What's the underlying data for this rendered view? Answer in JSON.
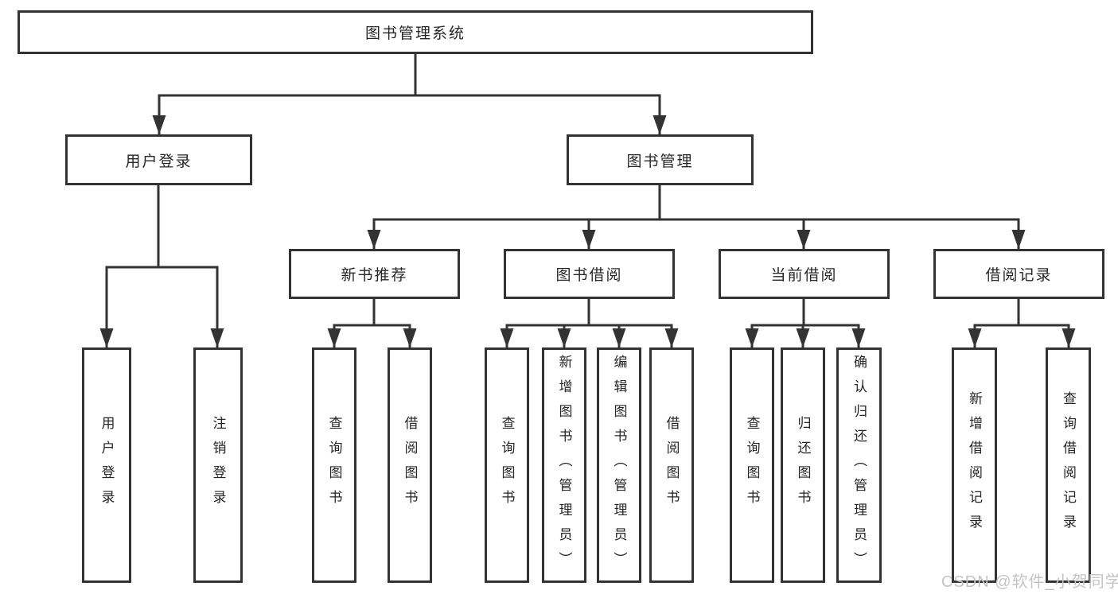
{
  "diagram_type": "tree",
  "tree": {
    "label": "图书管理系统",
    "children": [
      {
        "label": "用户登录",
        "children": [
          {
            "label": "用户登录"
          },
          {
            "label": "注销登录"
          }
        ]
      },
      {
        "label": "图书管理",
        "children": [
          {
            "label": "新书推荐",
            "children": [
              {
                "label": "查询图书"
              },
              {
                "label": "借阅图书"
              }
            ]
          },
          {
            "label": "图书借阅",
            "children": [
              {
                "label": "查询图书"
              },
              {
                "label": "新增图书（管理员）"
              },
              {
                "label": "编辑图书（管理员）"
              },
              {
                "label": "借阅图书"
              }
            ]
          },
          {
            "label": "当前借阅",
            "children": [
              {
                "label": "查询图书"
              },
              {
                "label": "归还图书"
              },
              {
                "label": "确认归还（管理员）"
              }
            ]
          },
          {
            "label": "借阅记录",
            "children": [
              {
                "label": "新增借阅记录"
              },
              {
                "label": "查询借阅记录"
              }
            ]
          }
        ]
      }
    ]
  },
  "watermark": {
    "text": "CSDN @软件_小贺同学"
  },
  "colors": {
    "line": "#333333",
    "text": "#262626",
    "watermark": "#c4c4c4",
    "background": "#ffffff"
  }
}
